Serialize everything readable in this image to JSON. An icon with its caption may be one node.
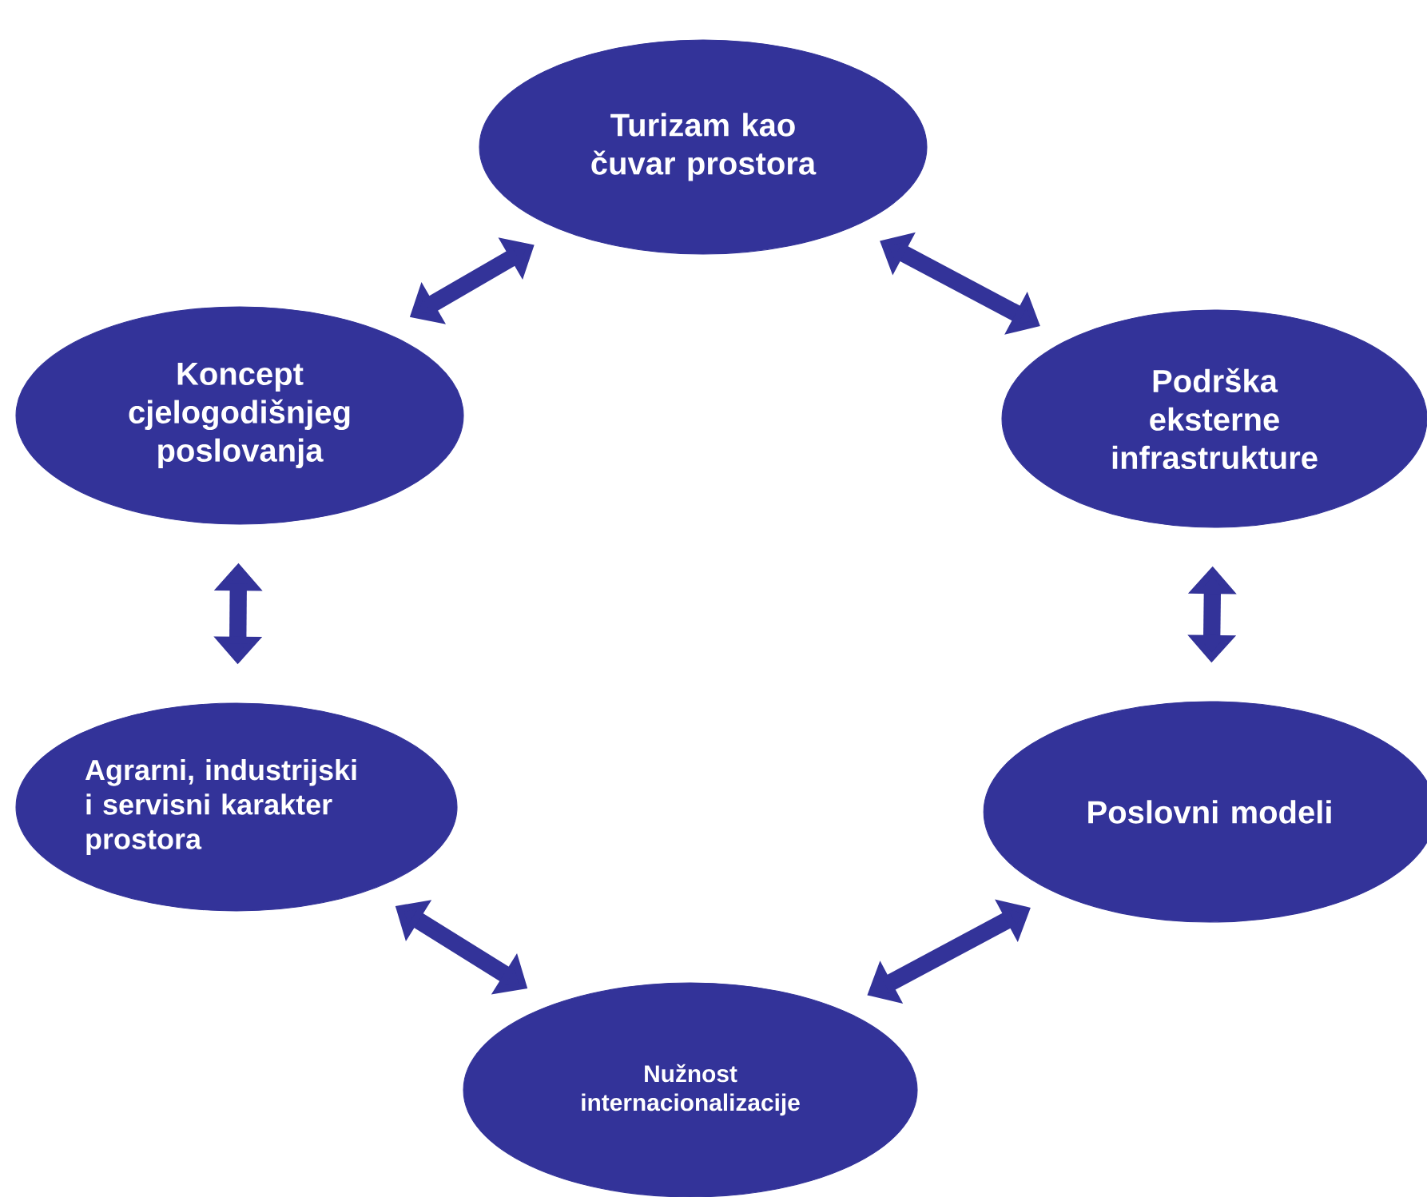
{
  "diagram": {
    "nodes": [
      {
        "text": [
          "Turizam kao čuvar prostora"
        ]
      },
      {
        "text": [
          "Podrška eksterne infrastrukture"
        ]
      },
      {
        "text": [
          "Poslovni modeli"
        ]
      },
      {
        "text": [
          "Nužnost internacionalizacije"
        ]
      },
      {
        "text": [
          "Agrarni, industrijski i servisni karakter prostora"
        ]
      },
      {
        "text": [
          "Koncept cjelogodišnjeg poslovanja"
        ]
      }
    ],
    "edges": [
      {
        "from": 0,
        "to": 1,
        "arrow": "both"
      },
      {
        "from": 1,
        "to": 2,
        "arrow": "both"
      },
      {
        "from": 2,
        "to": 3,
        "arrow": "both"
      },
      {
        "from": 3,
        "to": 4,
        "arrow": "both"
      },
      {
        "from": 4,
        "to": 5,
        "arrow": "both"
      },
      {
        "from": 5,
        "to": 0,
        "arrow": "both"
      }
    ]
  }
}
